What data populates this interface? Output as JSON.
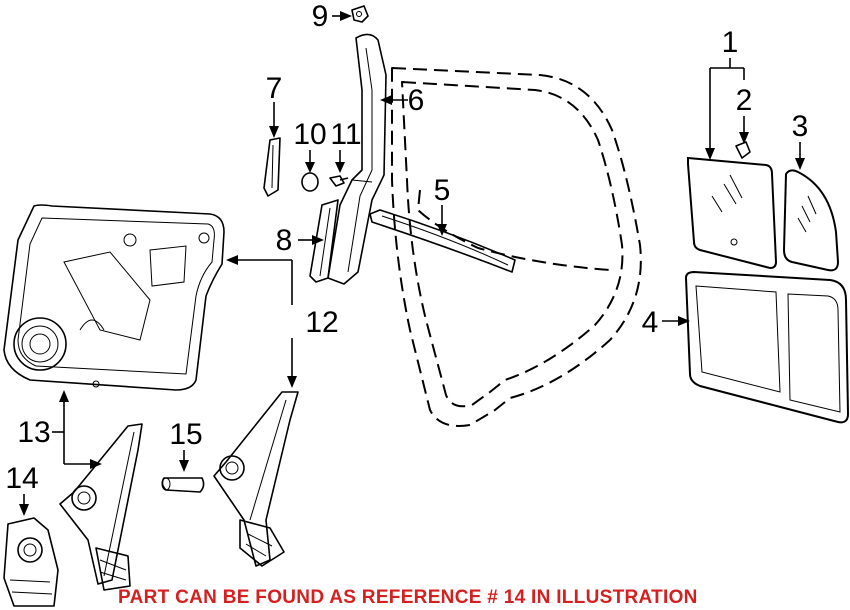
{
  "diagram": {
    "callouts": [
      {
        "id": "1",
        "label": "1"
      },
      {
        "id": "2",
        "label": "2"
      },
      {
        "id": "3",
        "label": "3"
      },
      {
        "id": "4",
        "label": "4"
      },
      {
        "id": "5",
        "label": "5"
      },
      {
        "id": "6",
        "label": "6"
      },
      {
        "id": "7",
        "label": "7"
      },
      {
        "id": "8",
        "label": "8"
      },
      {
        "id": "9",
        "label": "9"
      },
      {
        "id": "10",
        "label": "10"
      },
      {
        "id": "11",
        "label": "11"
      },
      {
        "id": "12",
        "label": "12"
      },
      {
        "id": "13",
        "label": "13"
      },
      {
        "id": "14",
        "label": "14"
      },
      {
        "id": "15",
        "label": "15"
      }
    ],
    "note": "PART CAN BE FOUND AS REFERENCE # 14 IN ILLUSTRATION",
    "colors": {
      "note": "#d42020",
      "lines": "#000000",
      "background": "#ffffff"
    }
  }
}
